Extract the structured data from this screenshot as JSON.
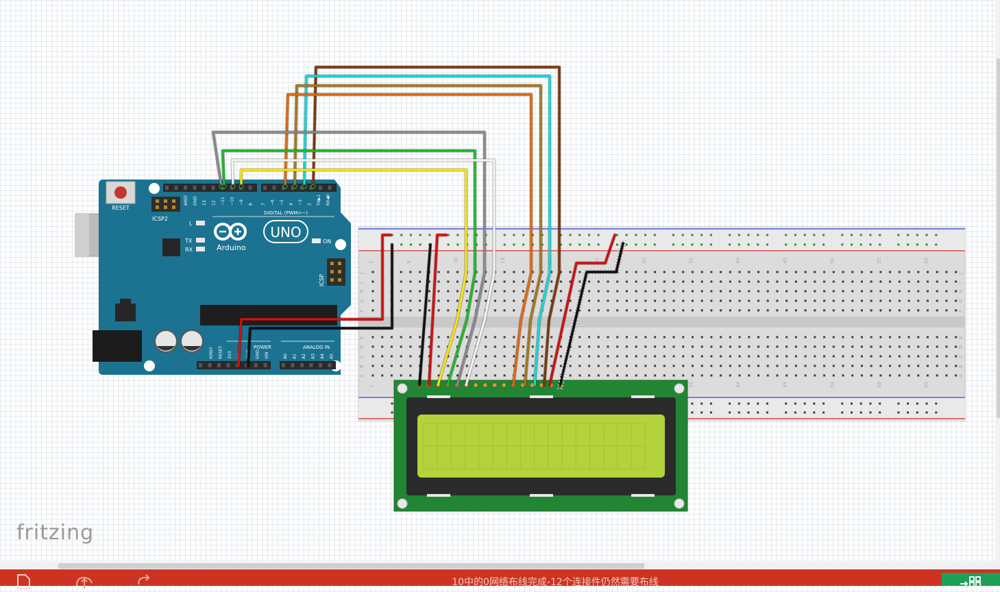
{
  "app": {
    "name": "fritzing"
  },
  "arduino": {
    "reset_label": "RESET",
    "icsp2_label": "ICSP2",
    "icsp_label": "ICSP",
    "l_label": "L",
    "tx_label": "TX",
    "rx_label": "RX",
    "on_label": "ON",
    "brand": "Arduino",
    "model": "UNO",
    "digital_label": "DIGITAL (PWM=~)",
    "power_label": "POWER",
    "analog_label": "ANALOG IN",
    "header_pins_top": [
      "AREF",
      "GND",
      "13",
      "12",
      "~11",
      "~10",
      "~9",
      "8",
      "7",
      "~6",
      "~5",
      "4",
      "~3",
      "2",
      "TX▶1",
      "RX◀0"
    ],
    "header_pins_bottom": [
      "IOREF",
      "RESET",
      "3V3",
      "5V",
      "GND",
      "GND",
      "VIN",
      "A0",
      "A1",
      "A2",
      "A3",
      "A4",
      "A5"
    ],
    "board_color": "#1b7391"
  },
  "breadboard": {
    "column_numbers": [
      "1",
      "5",
      "10",
      "15",
      "20",
      "25",
      "30",
      "35",
      "40",
      "45",
      "50",
      "55",
      "60"
    ],
    "row_letters_top": [
      "J",
      "I",
      "H",
      "G",
      "F"
    ],
    "row_letters_bottom": [
      "E",
      "D",
      "C",
      "B",
      "A"
    ]
  },
  "lcd": {
    "pcb_color": "#218533",
    "screen_color": "#b4d23c"
  },
  "wire_colors": {
    "brown": "#7a3a0a",
    "cyan": "#19d6d6",
    "ochre": "#a5781e",
    "orange": "#de6a12",
    "gray": "#8a8a8a",
    "green": "#1fb82a",
    "white": "#f2f2f2",
    "yellow": "#f5e312",
    "red": "#d11010",
    "black": "#111111"
  },
  "toolbar": {
    "share_icon": "document-icon",
    "upload_icon": "upload-icon",
    "refresh_icon": "refresh-icon",
    "status_message": "10中的0网络布线完成-12个连接件仍然需要布线",
    "routing_status_icon": "routing-status-icon"
  }
}
